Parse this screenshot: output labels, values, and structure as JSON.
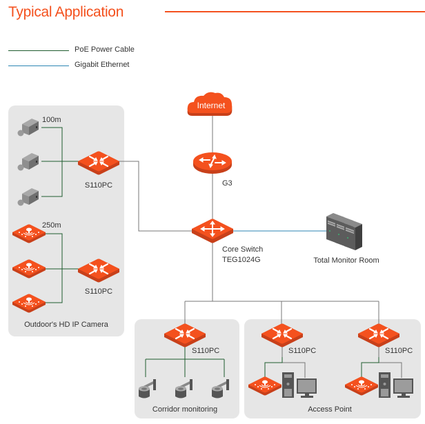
{
  "header": {
    "title": "Typical Application"
  },
  "legend": [
    {
      "label": "PoE Power Cable",
      "color": "#1e5c2e"
    },
    {
      "label": "Gigabit Ethernet",
      "color": "#2b86b3"
    }
  ],
  "colors": {
    "accent": "#f4511e",
    "poe_line": "#1e5c2e",
    "ethernet_line": "#2b86b3",
    "link_line": "#777777",
    "zone_bg": "#e6e6e6"
  },
  "nodes": {
    "internet": {
      "label": "Internet"
    },
    "router": {
      "label": "G3"
    },
    "core_switch": {
      "label_line1": "Core Switch",
      "label_line2": "TEG1024G"
    },
    "monitor_room": {
      "label": "Total Monitor Room"
    },
    "switch_left_top": {
      "label": "S110PC"
    },
    "switch_left_bottom": {
      "label": "S110PC"
    },
    "switch_corridor": {
      "label": "S110PC"
    },
    "switch_ap_1": {
      "label": "S110PC"
    },
    "switch_ap_2": {
      "label": "S110PC"
    }
  },
  "distances": {
    "camera_group": "100m",
    "ap_group": "250m"
  },
  "zones": {
    "outdoor": {
      "label": "Outdoor's HD IP Camera"
    },
    "corridor": {
      "label": "Corridor monitoring"
    },
    "access_point": {
      "label": "Access Point"
    }
  }
}
